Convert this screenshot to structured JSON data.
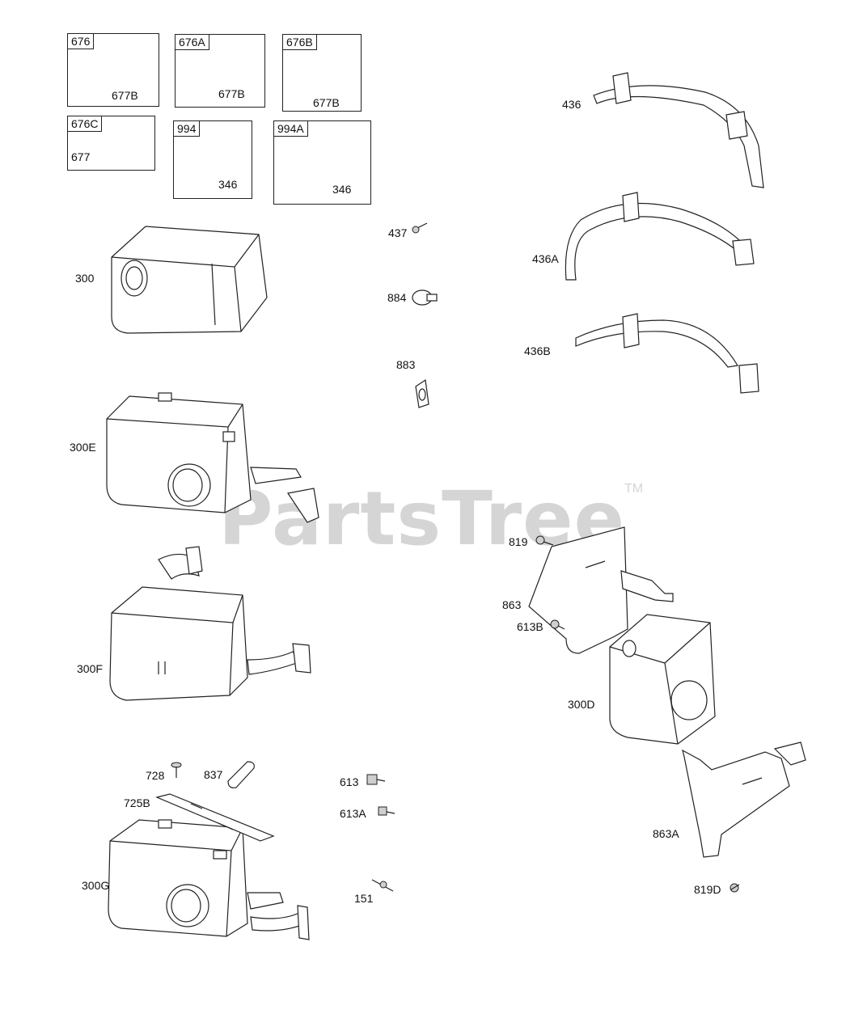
{
  "watermark": {
    "text": "PartsTree",
    "tm": "TM"
  },
  "boxed_parts": [
    {
      "id": "box-676",
      "tag": "676",
      "callout": "677B"
    },
    {
      "id": "box-676A",
      "tag": "676A",
      "callout": "677B"
    },
    {
      "id": "box-676B",
      "tag": "676B",
      "callout": "677B"
    },
    {
      "id": "box-676C",
      "tag": "676C",
      "callout": "677"
    },
    {
      "id": "box-994",
      "tag": "994",
      "callout": "346"
    },
    {
      "id": "box-994A",
      "tag": "994A",
      "callout": "346"
    }
  ],
  "callouts": {
    "c300": "300",
    "c300E": "300E",
    "c300F": "300F",
    "c300G": "300G",
    "c300D": "300D",
    "c436": "436",
    "c436A": "436A",
    "c436B": "436B",
    "c437": "437",
    "c884": "884",
    "c883": "883",
    "c819": "819",
    "c863": "863",
    "c613B": "613B",
    "c728": "728",
    "c837": "837",
    "c725B": "725B",
    "c613": "613",
    "c613A": "613A",
    "c151": "151",
    "c863A": "863A",
    "c819D": "819D"
  }
}
